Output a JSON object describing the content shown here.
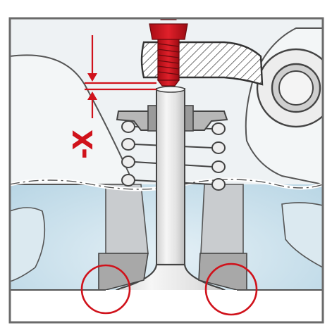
{
  "annotations": {
    "clearance_label": "-X"
  },
  "colors": {
    "accent_red": "#d0121b",
    "outline": "#3a3a3a",
    "ice_blue": "#cfe3ee",
    "metal_light": "#eeeeee",
    "metal_mid": "#d9d9d9",
    "metal_dark": "#9f9f9f"
  },
  "icons": {
    "highlight_markers": [
      "left-seat-circle",
      "right-seat-circle"
    ]
  }
}
